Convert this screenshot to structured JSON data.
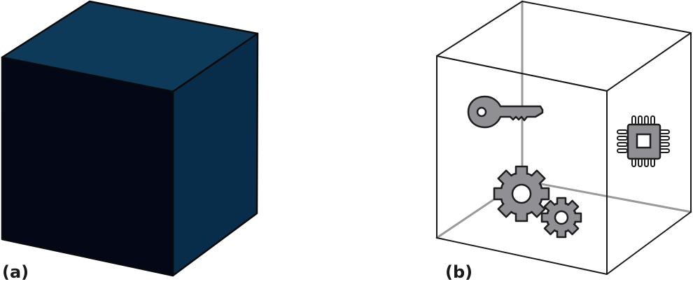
{
  "panels": [
    {
      "label": "(a)",
      "description_ref": "opaque-cube",
      "colors": {
        "front": "#030716",
        "top": "#0c3a58",
        "side": "#082d4a",
        "outline": "#0a0a0a"
      }
    },
    {
      "label": "(b)",
      "description_ref": "transparent-cube",
      "icons": [
        "key-icon",
        "gear-icon",
        "cpu-chip-icon"
      ],
      "colors": {
        "edges": "#1a1a1a",
        "hidden_edges": "#9a9a9a",
        "icon_fill": "#8f8f94",
        "icon_stroke": "#1e1e1e"
      }
    }
  ]
}
